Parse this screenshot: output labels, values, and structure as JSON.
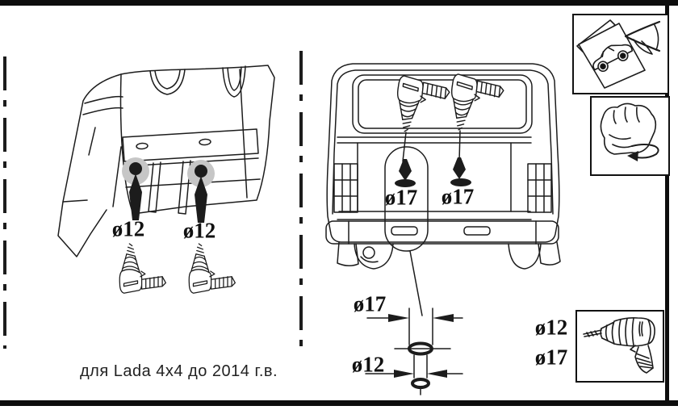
{
  "colors": {
    "line": "#1c1c1c",
    "highlight": "#c6c6c6"
  },
  "left_panel": {
    "hole_labels": [
      "ø12",
      "ø12"
    ],
    "caption": "для Lada 4x4 до 2014 г.в."
  },
  "car_panel": {
    "hole_labels": [
      "ø17",
      "ø17"
    ]
  },
  "drill_detail": {
    "outer_label": "ø17",
    "inner_label": "ø12"
  },
  "tools_panel": {
    "labels": [
      "ø12",
      "ø17"
    ]
  },
  "icons": {
    "left_drawing": "car-part-rear-bracket",
    "fittings": "washer-nozzle-fitting",
    "right_drawing": "car-rear-view",
    "box1": [
      "template-sheet-icon",
      "pointing-hand-icon"
    ],
    "box2": [
      "fist-icon",
      "rotate-arrow-icon"
    ],
    "box3": [
      "drill-icon"
    ]
  }
}
